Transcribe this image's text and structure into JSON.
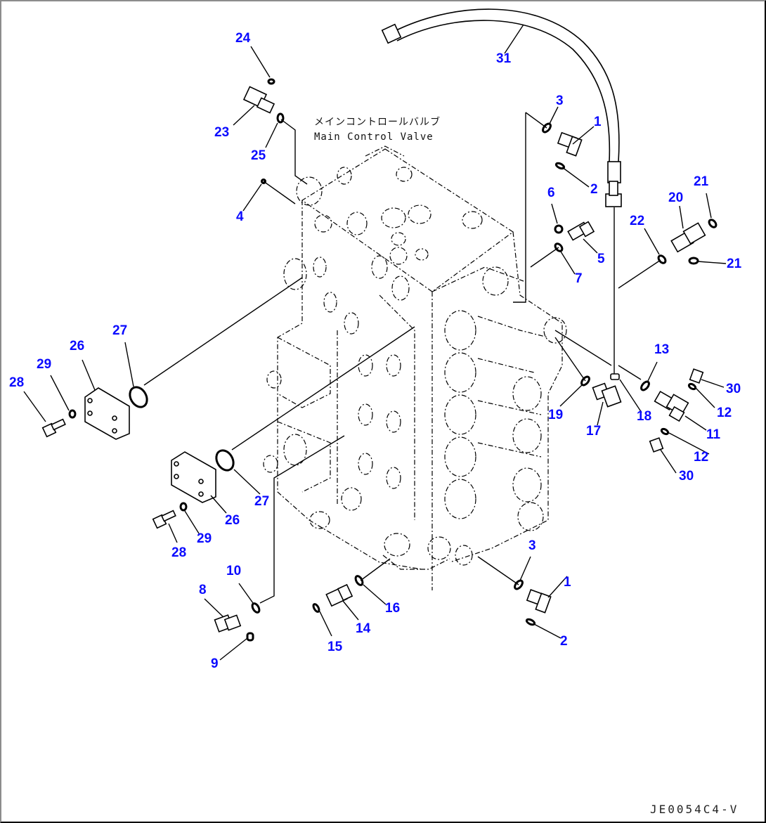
{
  "diagram": {
    "title_jp": "メインコントロールバルブ",
    "title_en": "Main Control Valve",
    "figure_code": "JE0054C4-V",
    "label_color": "#0a0aff",
    "callouts": [
      {
        "id": "c1a",
        "label": "1"
      },
      {
        "id": "c1b",
        "label": "1"
      },
      {
        "id": "c2a",
        "label": "2"
      },
      {
        "id": "c2b",
        "label": "2"
      },
      {
        "id": "c3a",
        "label": "3"
      },
      {
        "id": "c3b",
        "label": "3"
      },
      {
        "id": "c4",
        "label": "4"
      },
      {
        "id": "c5",
        "label": "5"
      },
      {
        "id": "c6",
        "label": "6"
      },
      {
        "id": "c7",
        "label": "7"
      },
      {
        "id": "c8",
        "label": "8"
      },
      {
        "id": "c9",
        "label": "9"
      },
      {
        "id": "c10",
        "label": "10"
      },
      {
        "id": "c11",
        "label": "11"
      },
      {
        "id": "c12a",
        "label": "12"
      },
      {
        "id": "c12b",
        "label": "12"
      },
      {
        "id": "c13",
        "label": "13"
      },
      {
        "id": "c14",
        "label": "14"
      },
      {
        "id": "c15",
        "label": "15"
      },
      {
        "id": "c16",
        "label": "16"
      },
      {
        "id": "c17",
        "label": "17"
      },
      {
        "id": "c18",
        "label": "18"
      },
      {
        "id": "c19",
        "label": "19"
      },
      {
        "id": "c20",
        "label": "20"
      },
      {
        "id": "c21a",
        "label": "21"
      },
      {
        "id": "c21b",
        "label": "21"
      },
      {
        "id": "c22",
        "label": "22"
      },
      {
        "id": "c23",
        "label": "23"
      },
      {
        "id": "c24",
        "label": "24"
      },
      {
        "id": "c25",
        "label": "25"
      },
      {
        "id": "c26a",
        "label": "26"
      },
      {
        "id": "c26b",
        "label": "26"
      },
      {
        "id": "c27a",
        "label": "27"
      },
      {
        "id": "c27b",
        "label": "27"
      },
      {
        "id": "c28a",
        "label": "28"
      },
      {
        "id": "c28b",
        "label": "28"
      },
      {
        "id": "c29a",
        "label": "29"
      },
      {
        "id": "c29b",
        "label": "29"
      },
      {
        "id": "c30a",
        "label": "30"
      },
      {
        "id": "c30b",
        "label": "30"
      },
      {
        "id": "c31",
        "label": "31"
      }
    ]
  }
}
